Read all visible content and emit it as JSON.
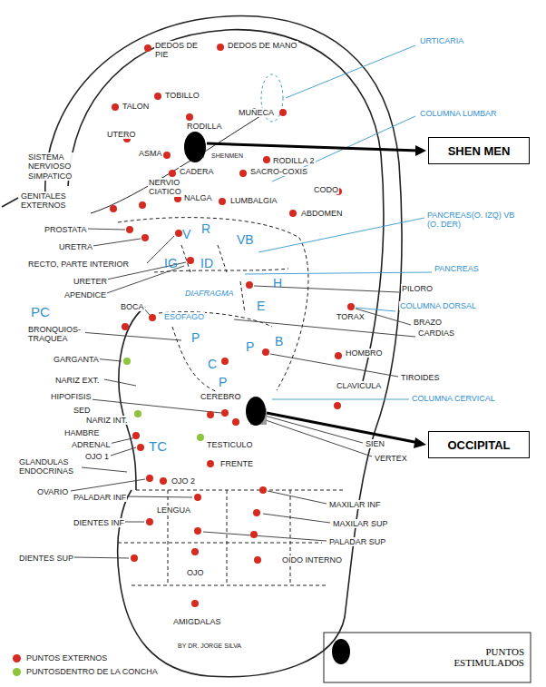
{
  "diagram": {
    "nodes": [
      {
        "text": [
          "SHEN MEN"
        ]
      },
      {
        "text": [
          "OCCIPITAL"
        ]
      }
    ],
    "labels": [
      "DEDOS DE PIE",
      "DEDOS DE MANO",
      "URTICARIA",
      "TALON",
      "TOBILLO",
      "MUÑECA",
      "COLUMNA LUMBAR",
      "UTERO",
      "RODILLA",
      "SHENMEN",
      "RODILLA 2",
      "ASMA",
      "SISTEMA NERVIOSO SIMPATICO",
      "NERVIO CIATICO",
      "CADERA",
      "SACRO-COXIS",
      "CODO",
      "GENITALES EXTERNOS",
      "NALGA",
      "LUMBALGIA",
      "ABDOMEN",
      "PANCREAS(O. IZQ) VB (O. DER)",
      "PROSTATA",
      "V",
      "R",
      "VB",
      "URETRA",
      "RECTO, PARTE INTERIOR",
      "IG",
      "ID",
      "PANCREAS",
      "URETER",
      "APENDICE",
      "DIAFRAGMA",
      "H",
      "PILORO",
      "E",
      "COLUMNA DORSAL",
      "BOCA",
      "ESOFAGO",
      "PC",
      "TORAX",
      "BRAZO",
      "BRONQUIOS-TRAQUEA",
      "CARDIAS",
      "P",
      "P",
      "C",
      "P",
      "B",
      "GARGANTA",
      "HOMBRO",
      "NARIZ EXT.",
      "TIROIDES",
      "CLAVICULA",
      "HIPOFISIS",
      "CEREBRO",
      "COLUMNA CERVICAL",
      "SED",
      "NARIZ INT.",
      "SIEN",
      "HAMBRE",
      "ADRENAL",
      "TC",
      "TESTICULO",
      "OJO 1",
      "VERTEX",
      "GLANDULAS ENDOCRINAS",
      "FRENTE",
      "OVARIO",
      "OJO 2",
      "PALADAR INF",
      "MAXILAR INF",
      "LENGUA",
      "DIENTES INF",
      "MAXILAR SUP",
      "PALADAR SUP",
      "DIENTES SUP",
      "OIDO INTERNO",
      "OJO",
      "AMIGDALAS",
      "BY DR. JORGE SILVA"
    ],
    "legend": [
      {
        "text": "PUNTOS EXTERNOS",
        "color": "#d42a1f"
      },
      {
        "text": "PUNTOSDENTRO DE LA CONCHA",
        "color": "#8cc43c"
      },
      {
        "text": "PUNTOS ESTIMULADOS",
        "color": "#000000"
      }
    ]
  }
}
